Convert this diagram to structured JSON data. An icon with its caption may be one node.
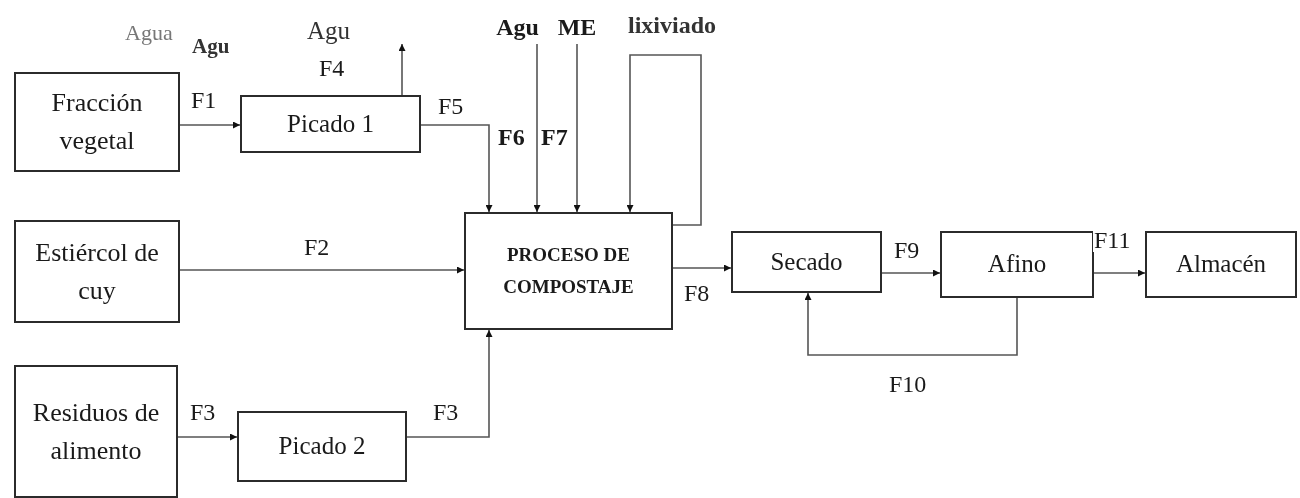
{
  "diagram": {
    "nodes": [
      {
        "text": [
          "Fracción vegetal"
        ]
      },
      {
        "text": [
          "Picado 1"
        ]
      },
      {
        "text": [
          "Estiércol de cuy"
        ]
      },
      {
        "text": [
          "PROCESO DE COMPOSTAJE"
        ]
      },
      {
        "text": [
          "Secado"
        ]
      },
      {
        "text": [
          "Afino"
        ]
      },
      {
        "text": [
          "Almacén"
        ]
      },
      {
        "text": [
          "Residuos de alimento"
        ]
      },
      {
        "text": [
          "Picado 2"
        ]
      },
      {
        "text": [
          "Agu"
        ]
      },
      {
        "text": [
          "ME"
        ]
      }
    ],
    "edges": [
      {
        "from": 0,
        "to": 1,
        "arrow": "to",
        "label": "F1"
      },
      {
        "from": 1,
        "to": null,
        "arrow": "to",
        "label": "F4"
      },
      {
        "from": 1,
        "to": 3,
        "arrow": "to",
        "label": "F5"
      },
      {
        "from": 9,
        "to": 3,
        "arrow": "to",
        "label": "F6"
      },
      {
        "from": 10,
        "to": 3,
        "arrow": "to",
        "label": "F7"
      },
      {
        "from": 3,
        "to": 3,
        "arrow": "to"
      },
      {
        "from": 2,
        "to": 3,
        "arrow": "to",
        "label": "F2"
      },
      {
        "from": 7,
        "to": 8,
        "arrow": "to",
        "label": "F3"
      },
      {
        "from": 8,
        "to": 3,
        "arrow": "to",
        "label": "F3"
      },
      {
        "from": 3,
        "to": 4,
        "arrow": "to",
        "label": "F8"
      },
      {
        "from": 4,
        "to": 5,
        "arrow": "to",
        "label": "F9"
      },
      {
        "from": 5,
        "to": 4,
        "arrow": "to",
        "label": "F10"
      },
      {
        "from": 5,
        "to": 6,
        "arrow": "to",
        "label": "F11"
      }
    ],
    "labels": [
      "Agua",
      "Agu",
      "Agu",
      "lixiviado"
    ]
  }
}
